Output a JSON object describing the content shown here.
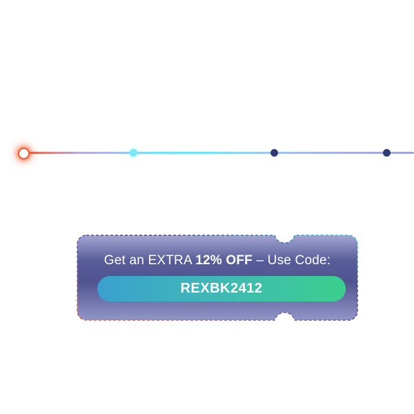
{
  "progress": {
    "steps": 4,
    "current_step": 1,
    "colors": {
      "start_glow": "#f1592e",
      "active_node": "#79e9f6",
      "inactive_node": "#2e3a73"
    }
  },
  "coupon": {
    "text_prefix": "Get an EXTRA ",
    "text_highlight": "12% OFF",
    "text_suffix": " – Use Code:",
    "code": "REXBK2412",
    "colors": {
      "background_top": "#9d9fcd",
      "background_bottom": "#8a8cbf",
      "button_left": "#3aa0cf",
      "button_right": "#3ccf8e",
      "border_left": "#e56a3b",
      "border_right": "#27c8e8"
    }
  }
}
